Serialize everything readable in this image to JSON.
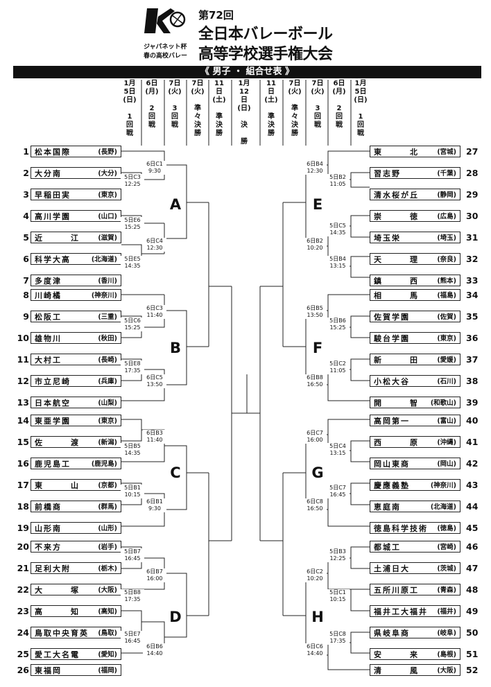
{
  "header": {
    "edition": "第72回",
    "title_line1": "全日本バレーボール",
    "title_line2": "高等学校選手権大会",
    "sponsor_line1": "ジャパネット杯",
    "sponsor_line2": "春の高校バレー",
    "banner": "《 男子 ・ 組合せ表 》"
  },
  "columns": {
    "left": [
      "1月\n5日\n(日)\n\n1\n回\n戦",
      "6日\n(月)\n\n2\n回\n戦",
      "7日\n(火)\n\n3\n回\n戦",
      "7日\n(火)\n\n準\n々\n決\n勝",
      "11日\n(土)\n\n準\n決\n勝"
    ],
    "center": "1月\n12日\n(日)\n\n決\n\n勝",
    "right": [
      "11日\n(土)\n\n準\n決\n勝",
      "7日\n(火)\n\n準\n々\n決\n勝",
      "7日\n(火)\n\n3\n回\n戦",
      "6日\n(月)\n\n2\n回\n戦",
      "1月\n5日\n(日)\n\n1\n回\n戦"
    ]
  },
  "left_teams": [
    {
      "no": "1",
      "name": "松本国際",
      "pref": "(長野)"
    },
    {
      "no": "2",
      "name": "大分南",
      "pref": "(大分)"
    },
    {
      "no": "3",
      "name": "早稲田実",
      "pref": "(東京)"
    },
    {
      "no": "4",
      "name": "高川学園",
      "pref": "(山口)"
    },
    {
      "no": "5",
      "name": "近　　　江",
      "pref": "(滋賀)"
    },
    {
      "no": "6",
      "name": "科学大高",
      "pref": "(北海道)"
    },
    {
      "no": "7",
      "name": "多度津",
      "pref": "(香川)"
    },
    {
      "no": "8",
      "name": "川崎橘",
      "pref": "(神奈川)"
    },
    {
      "no": "9",
      "name": "松阪工",
      "pref": "(三重)"
    },
    {
      "no": "10",
      "name": "雄物川",
      "pref": "(秋田)"
    },
    {
      "no": "11",
      "name": "大村工",
      "pref": "(長崎)"
    },
    {
      "no": "12",
      "name": "市立尼崎",
      "pref": "(兵庫)"
    },
    {
      "no": "13",
      "name": "日本航空",
      "pref": "(山梨)"
    },
    {
      "no": "14",
      "name": "東亜学園",
      "pref": "(東京)"
    },
    {
      "no": "15",
      "name": "佐　　　渡",
      "pref": "(新潟)"
    },
    {
      "no": "16",
      "name": "鹿児島工",
      "pref": "(鹿児島)"
    },
    {
      "no": "17",
      "name": "東　　　山",
      "pref": "(京都)"
    },
    {
      "no": "18",
      "name": "前橋商",
      "pref": "(群馬)"
    },
    {
      "no": "19",
      "name": "山形南",
      "pref": "(山形)"
    },
    {
      "no": "20",
      "name": "不来方",
      "pref": "(岩手)"
    },
    {
      "no": "21",
      "name": "足利大附",
      "pref": "(栃木)"
    },
    {
      "no": "22",
      "name": "大　　　塚",
      "pref": "(大阪)"
    },
    {
      "no": "23",
      "name": "高　　　知",
      "pref": "(高知)"
    },
    {
      "no": "24",
      "name": "鳥取中央育英",
      "pref": "(鳥取)"
    },
    {
      "no": "25",
      "name": "愛工大名電",
      "pref": "(愛知)"
    },
    {
      "no": "26",
      "name": "東福岡",
      "pref": "(福岡)"
    }
  ],
  "right_teams": [
    {
      "no": "27",
      "name": "東　　　北",
      "pref": "(宮城)"
    },
    {
      "no": "28",
      "name": "習志野",
      "pref": "(千葉)"
    },
    {
      "no": "29",
      "name": "清水桜が丘",
      "pref": "(静岡)"
    },
    {
      "no": "30",
      "name": "崇　　　徳",
      "pref": "(広島)"
    },
    {
      "no": "31",
      "name": "埼玉栄",
      "pref": "(埼玉)"
    },
    {
      "no": "32",
      "name": "天　　　理",
      "pref": "(奈良)"
    },
    {
      "no": "33",
      "name": "鎮　　　西",
      "pref": "(熊本)"
    },
    {
      "no": "34",
      "name": "相　　　馬",
      "pref": "(福島)"
    },
    {
      "no": "35",
      "name": "佐賀学園",
      "pref": "(佐賀)"
    },
    {
      "no": "36",
      "name": "駿台学園",
      "pref": "(東京)"
    },
    {
      "no": "37",
      "name": "新　　　田",
      "pref": "(愛媛)"
    },
    {
      "no": "38",
      "name": "小松大谷",
      "pref": "(石川)"
    },
    {
      "no": "39",
      "name": "開　　　智",
      "pref": "(和歌山)"
    },
    {
      "no": "40",
      "name": "高岡第一",
      "pref": "(富山)"
    },
    {
      "no": "41",
      "name": "西　　　原",
      "pref": "(沖縄)"
    },
    {
      "no": "42",
      "name": "岡山東商",
      "pref": "(岡山)"
    },
    {
      "no": "43",
      "name": "慶應義塾",
      "pref": "(神奈川)"
    },
    {
      "no": "44",
      "name": "恵庭南",
      "pref": "(北海道)"
    },
    {
      "no": "45",
      "name": "徳島科学技術",
      "pref": "(徳島)"
    },
    {
      "no": "46",
      "name": "都城工",
      "pref": "(宮崎)"
    },
    {
      "no": "47",
      "name": "土浦日大",
      "pref": "(茨城)"
    },
    {
      "no": "48",
      "name": "五所川原工",
      "pref": "(青森)"
    },
    {
      "no": "49",
      "name": "福井工大福井",
      "pref": "(福井)"
    },
    {
      "no": "50",
      "name": "県岐阜商",
      "pref": "(岐阜)"
    },
    {
      "no": "51",
      "name": "安　　　来",
      "pref": "(島根)"
    },
    {
      "no": "52",
      "name": "清　　　風",
      "pref": "(大阪)"
    }
  ],
  "blocks": [
    "A",
    "B",
    "C",
    "D",
    "E",
    "F",
    "G",
    "H"
  ],
  "left_matches": [
    {
      "label": "6日C1\n9:30"
    },
    {
      "label": "5日C3\n12:25"
    },
    {
      "label": "5日E6\n15:25"
    },
    {
      "label": "6日C4\n12:30"
    },
    {
      "label": "5日E5\n14:35"
    },
    {
      "label": "6日C3\n11:40"
    },
    {
      "label": "5日C6\n15:25"
    },
    {
      "label": "5日E8\n17:35"
    },
    {
      "label": "6日C5\n13:50"
    },
    {
      "label": "6日B3\n11:40"
    },
    {
      "label": "5日B5\n14:35"
    },
    {
      "label": "5日B1\n10:15"
    },
    {
      "label": "6日B1\n9:30"
    },
    {
      "label": "5日B7\n16:45"
    },
    {
      "label": "6日B7\n16:00"
    },
    {
      "label": "5日B8\n17:35"
    },
    {
      "label": "5日E7\n16:45"
    },
    {
      "label": "6日B6\n14:40"
    }
  ],
  "right_matches": [
    {
      "label": "6日B4\n12:30"
    },
    {
      "label": "5日B2\n11:05"
    },
    {
      "label": "5日C5\n14:35"
    },
    {
      "label": "6日B2\n10:20"
    },
    {
      "label": "5日B4\n13:15"
    },
    {
      "label": "6日B5\n13:50"
    },
    {
      "label": "5日B6\n15:25"
    },
    {
      "label": "5日C2\n11:05"
    },
    {
      "label": "6日B8\n16:50"
    },
    {
      "label": "6日C7\n16:00"
    },
    {
      "label": "5日C4\n13:15"
    },
    {
      "label": "5日C7\n16:45"
    },
    {
      "label": "6日C8\n16:50"
    },
    {
      "label": "5日B3\n12:25"
    },
    {
      "label": "6日C2\n10:20"
    },
    {
      "label": "5日C1\n10:15"
    },
    {
      "label": "5日C8\n17:35"
    },
    {
      "label": "6日C6\n14:40"
    }
  ]
}
